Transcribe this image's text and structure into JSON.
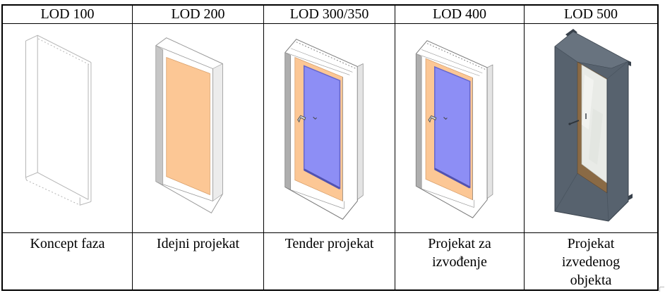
{
  "figure": {
    "type": "lod-comparison-table",
    "description": "BIM Level of Development stages of a door element",
    "columns": [
      {
        "header": "LOD 100",
        "caption": "Koncept faza",
        "image": "door-wireframe"
      },
      {
        "header": "LOD 200",
        "caption": "Idejni projekat",
        "image": "door-massing-orange"
      },
      {
        "header": "LOD 300/350",
        "caption": "Tender projekat",
        "image": "door-detailed-glass"
      },
      {
        "header": "LOD 400",
        "caption": "Projekat za\nizvođenje",
        "image": "door-detailed-glass-fabrication"
      },
      {
        "header": "LOD 500",
        "caption": "Projekat\nizvedenog\nobjekta",
        "image": "door-rendered-asbuilt"
      }
    ],
    "colors": {
      "table_border": "#000000",
      "panel_orange": "#fcc795",
      "panel_orange_edge": "#d8a06c",
      "glass_blue": "#8d8ef5",
      "glass_blue_edge": "#5c5dbd",
      "wireframe_gray": "#b4b4b4",
      "reveal_gray": "#aeaeae",
      "frame_white": "#ffffff",
      "lod500_frame": "#57626e",
      "lod500_frame_light": "#6e7985",
      "lod500_frame_dark": "#39424c",
      "lod500_wood": "#8a6a45",
      "lod500_glass": "#e9ebe7"
    }
  }
}
